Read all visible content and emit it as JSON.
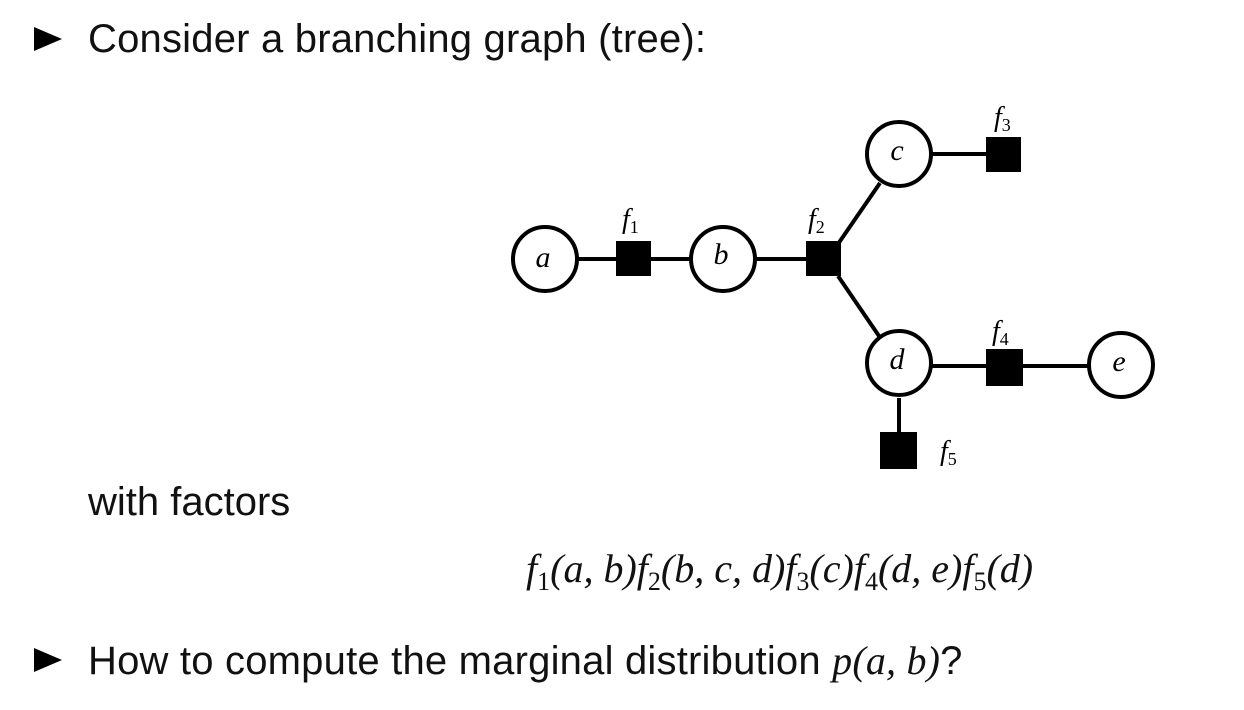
{
  "bullets": [
    {
      "text": "Consider a branching graph (tree):"
    },
    {
      "text_before": "How to compute the marginal distribution ",
      "math": "p(a, b)",
      "text_after": "?"
    }
  ],
  "with_factors": "with factors",
  "formula": [
    {
      "f": "f",
      "sub": "1",
      "args": "(a, b)"
    },
    {
      "f": "f",
      "sub": "2",
      "args": "(b, c, d)"
    },
    {
      "f": "f",
      "sub": "3",
      "args": "(c)"
    },
    {
      "f": "f",
      "sub": "4",
      "args": "(d, e)"
    },
    {
      "f": "f",
      "sub": "5",
      "args": "(d)"
    }
  ],
  "graph": {
    "variables": [
      "a",
      "b",
      "c",
      "d",
      "e"
    ],
    "factors": [
      {
        "name": "f",
        "sub": "1"
      },
      {
        "name": "f",
        "sub": "2"
      },
      {
        "name": "f",
        "sub": "3"
      },
      {
        "name": "f",
        "sub": "4"
      },
      {
        "name": "f",
        "sub": "5"
      }
    ],
    "edges": [
      [
        "a",
        "f1"
      ],
      [
        "f1",
        "b"
      ],
      [
        "b",
        "f2"
      ],
      [
        "f2",
        "c"
      ],
      [
        "f2",
        "d"
      ],
      [
        "c",
        "f3"
      ],
      [
        "d",
        "f4"
      ],
      [
        "f4",
        "e"
      ],
      [
        "d",
        "f5"
      ]
    ]
  }
}
